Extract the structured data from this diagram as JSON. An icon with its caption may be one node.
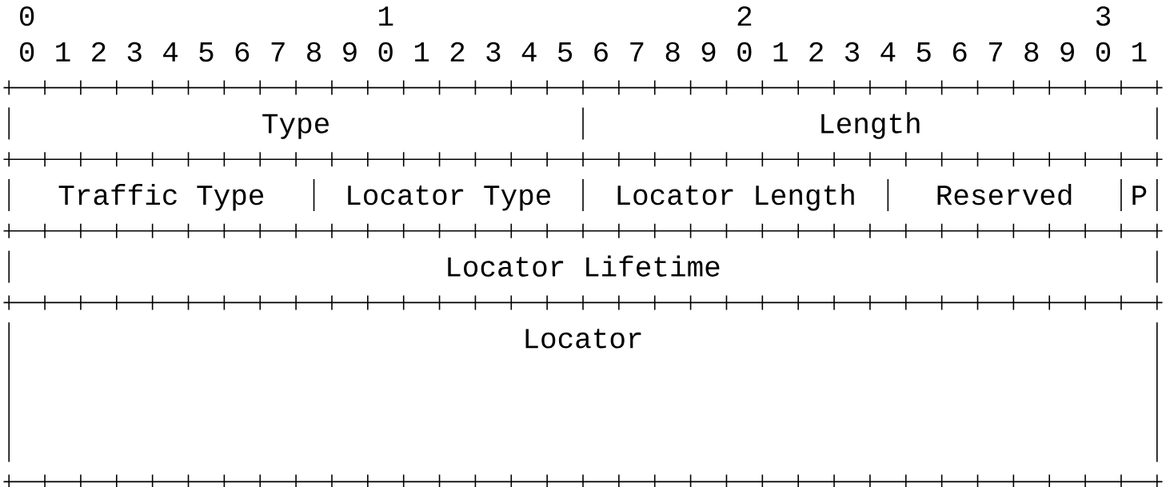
{
  "diagram": {
    "nodes": [
      {
        "text": [
          "Type"
        ]
      },
      {
        "text": [
          "Length"
        ]
      },
      {
        "text": [
          "Traffic Type"
        ]
      },
      {
        "text": [
          "Locator Type"
        ]
      },
      {
        "text": [
          "Locator Length"
        ]
      },
      {
        "text": [
          "Reserved"
        ]
      },
      {
        "text": [
          "P"
        ]
      },
      {
        "text": [
          "Locator Lifetime"
        ]
      },
      {
        "text": [
          "Locator"
        ]
      }
    ],
    "labels": [
      "0",
      "1",
      "2",
      "3",
      "0",
      "1",
      "2",
      "3",
      "4",
      "5",
      "6",
      "7",
      "8",
      "9",
      "0",
      "1",
      "2",
      "3",
      "4",
      "5",
      "6",
      "7",
      "8",
      "9",
      "0",
      "1",
      "2",
      "3",
      "4",
      "5",
      "6",
      "7",
      "8",
      "9",
      "0",
      "1"
    ]
  }
}
